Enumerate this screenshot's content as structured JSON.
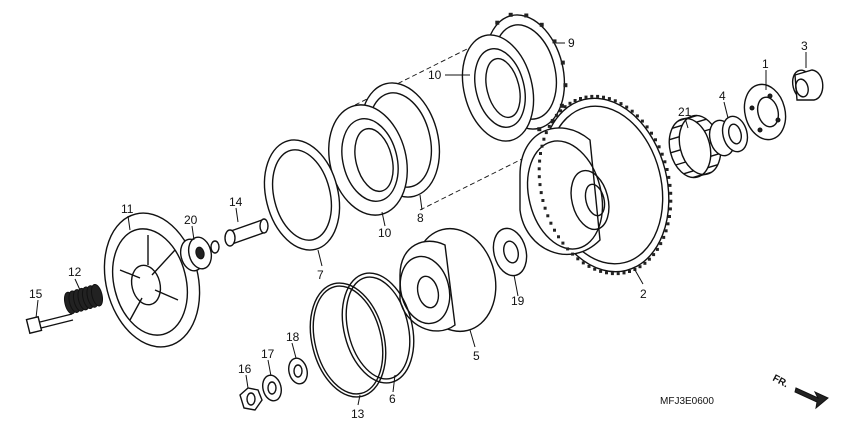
{
  "callouts": [
    "1",
    "2",
    "3",
    "4",
    "5",
    "6",
    "7",
    "8",
    "9",
    "10",
    "10",
    "11",
    "12",
    "13",
    "14",
    "15",
    "16",
    "17",
    "18",
    "19",
    "20",
    "21"
  ],
  "diagram_code": "MFJ3E0600",
  "front_indicator": "FR."
}
